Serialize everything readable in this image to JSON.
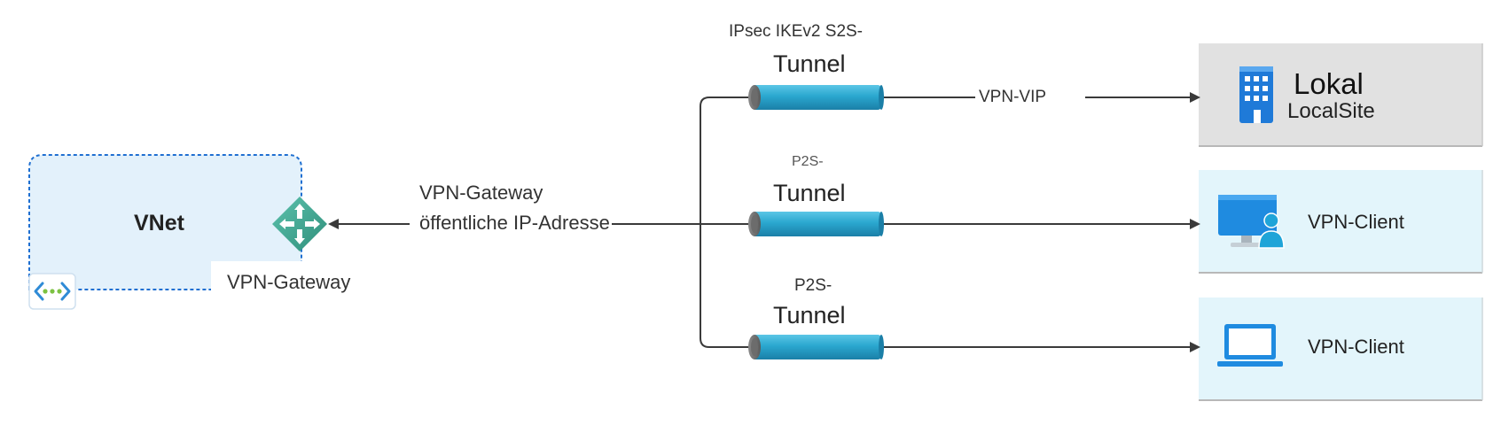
{
  "vnet": {
    "title": "VNet",
    "gateway_label": "VPN-Gateway",
    "network_icon": "virtual-network-icon",
    "gateway_icon": "gateway-router-icon"
  },
  "public_ip": {
    "line1": "VPN-Gateway",
    "line2": "öffentliche IP-Adresse"
  },
  "tunnels": [
    {
      "type_label": "IPsec IKEv2 S2S-",
      "name": "Tunnel",
      "link_label": "VPN-VIP"
    },
    {
      "type_label": "P2S-",
      "name": "Tunnel"
    },
    {
      "type_label": "P2S-",
      "name": "Tunnel"
    }
  ],
  "endpoints": [
    {
      "title": "Lokal",
      "subtitle": "LocalSite",
      "icon": "building-icon",
      "background": "#e1e1e1"
    },
    {
      "title": "VPN-Client",
      "icon": "desktop-user-icon",
      "background": "#e3f5fb"
    },
    {
      "title": "VPN-Client",
      "icon": "laptop-icon",
      "background": "#e3f5fb"
    }
  ],
  "colors": {
    "vnet_fill": "#e3f1fb",
    "vnet_border": "#1f6fd1",
    "tunnel_pipe": "#2aa7cf",
    "gateway_icon": "#3aa38f",
    "line": "#3a3a3a",
    "building_icon": "#1f7ad8",
    "monitor_icon": "#1f8be0"
  }
}
